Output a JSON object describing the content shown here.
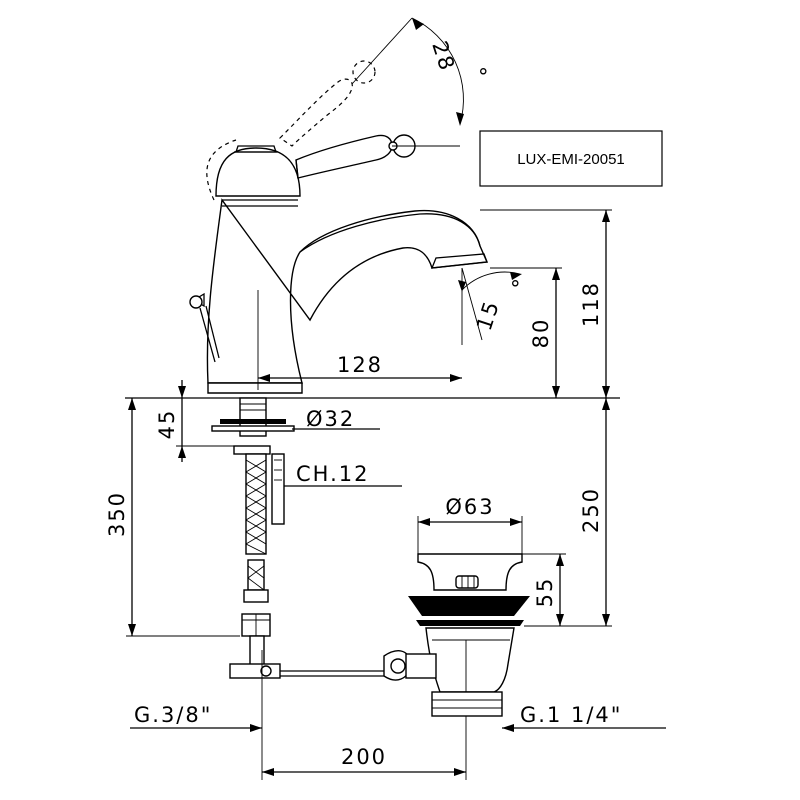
{
  "product_code": "LUX-EMI-20051",
  "dimensions": {
    "lever_angle": "28",
    "lever_angle_unit": "°",
    "spout_angle": "15",
    "spout_angle_unit": "°",
    "total_height": "118",
    "spout_height": "80",
    "spout_reach": "128",
    "base_height": "45",
    "base_diameter": "Ø32",
    "hex_key": "CH.12",
    "hose_length": "350",
    "drain_length": "250",
    "pop_up_diameter": "Ø63",
    "pop_up_height": "55",
    "inlet_thread": "G.3/8\"",
    "drain_thread": "G.1 1/4\"",
    "rod_length": "200"
  }
}
